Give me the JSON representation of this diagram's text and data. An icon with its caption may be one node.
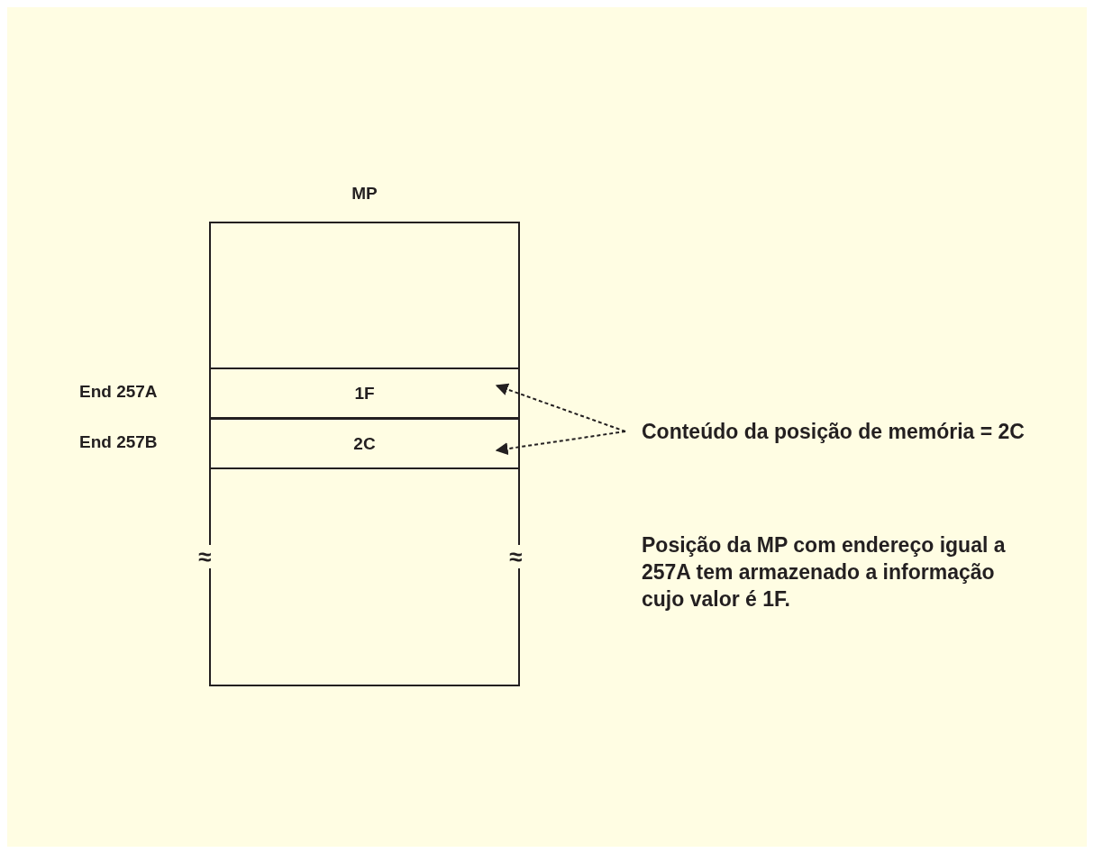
{
  "diagram": {
    "nodes": [
      {
        "text": [
          "MP"
        ]
      },
      {
        "text": [
          "1F"
        ],
        "in": 0,
        "beside": [
          "End 257A"
        ]
      },
      {
        "text": [
          "2C"
        ],
        "in": 0,
        "beside": [
          "End 257B"
        ]
      },
      {
        "text": [
          "Conteúdo da posição de memória = 2C"
        ]
      }
    ],
    "edges": [
      {
        "from": 3,
        "to": 1,
        "arrow": "to",
        "style": "dashed"
      },
      {
        "from": 3,
        "to": 2,
        "arrow": "to",
        "style": "dashed"
      }
    ],
    "labels": [
      "≈",
      "≈",
      "Posição da MP com endereço igual a 257A tem armazenado a informação cujo valor é 1F."
    ]
  }
}
